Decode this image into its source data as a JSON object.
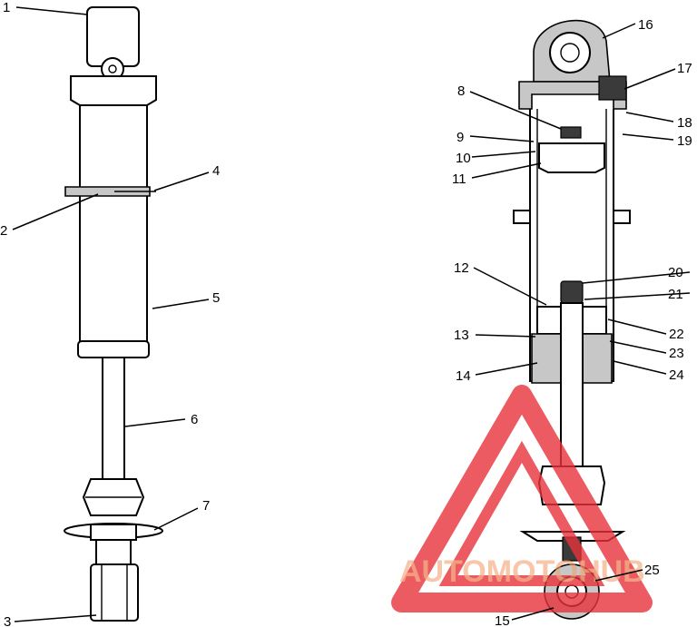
{
  "callouts": {
    "c1": "1",
    "c2": "2",
    "c3": "3",
    "c4": "4",
    "c5": "5",
    "c6": "6",
    "c7": "7",
    "c8": "8",
    "c9": "9",
    "c10": "10",
    "c11": "11",
    "c12": "12",
    "c13": "13",
    "c14": "14",
    "c15": "15",
    "c16": "16",
    "c17": "17",
    "c18": "18",
    "c19": "19",
    "c20": "20",
    "c21": "21",
    "c22": "22",
    "c23": "23",
    "c24": "24",
    "c25": "25"
  },
  "watermark": {
    "text": "AUTOMOTOHUB",
    "color_triangle": "#e8333a",
    "color_text": "#f3a06d"
  }
}
